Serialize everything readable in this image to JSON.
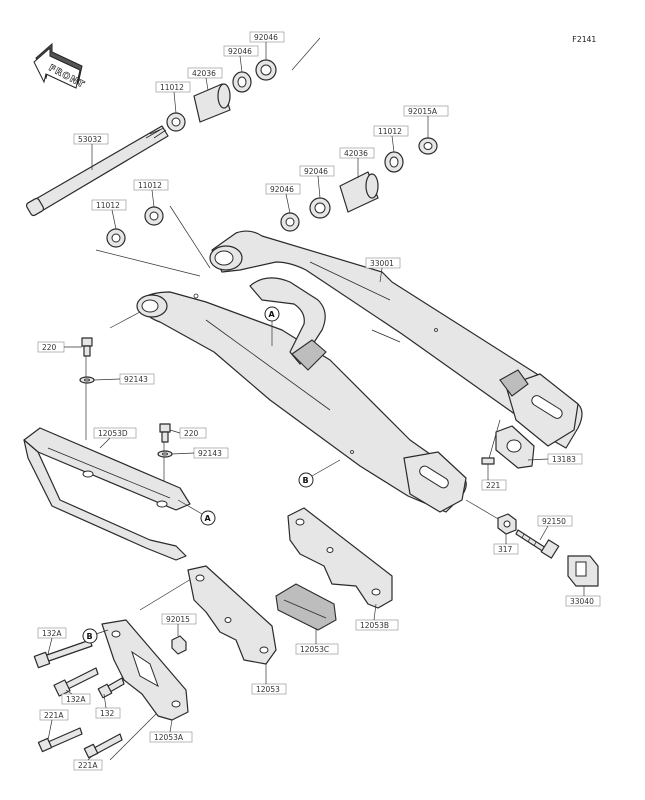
{
  "figure_code": "F2141",
  "front_arrow_text": "FRONT",
  "reference_marks": [
    "A",
    "B"
  ],
  "labels": [
    {
      "id": "l92046a",
      "text": "92046"
    },
    {
      "id": "l92046b",
      "text": "92046"
    },
    {
      "id": "l42036a",
      "text": "42036"
    },
    {
      "id": "l11012a",
      "text": "11012"
    },
    {
      "id": "l53032",
      "text": "53032"
    },
    {
      "id": "l92015a",
      "text": "92015A"
    },
    {
      "id": "l11012b",
      "text": "11012"
    },
    {
      "id": "l42036b",
      "text": "42036"
    },
    {
      "id": "l92046c",
      "text": "92046"
    },
    {
      "id": "l92046d",
      "text": "92046"
    },
    {
      "id": "l11012c",
      "text": "11012"
    },
    {
      "id": "l11012d",
      "text": "11012"
    },
    {
      "id": "l33001",
      "text": "33001"
    },
    {
      "id": "l220a",
      "text": "220"
    },
    {
      "id": "l92143a",
      "text": "92143"
    },
    {
      "id": "l12053d",
      "text": "12053D"
    },
    {
      "id": "l220b",
      "text": "220"
    },
    {
      "id": "l92143b",
      "text": "92143"
    },
    {
      "id": "l13183",
      "text": "13183"
    },
    {
      "id": "l221",
      "text": "221"
    },
    {
      "id": "l92150",
      "text": "92150"
    },
    {
      "id": "l317",
      "text": "317"
    },
    {
      "id": "l33040",
      "text": "33040"
    },
    {
      "id": "l12053b",
      "text": "12053B"
    },
    {
      "id": "l92015",
      "text": "92015"
    },
    {
      "id": "l12053c",
      "text": "12053C"
    },
    {
      "id": "l132a1",
      "text": "132A"
    },
    {
      "id": "l132a2",
      "text": "132A"
    },
    {
      "id": "l132",
      "text": "132"
    },
    {
      "id": "l12053",
      "text": "12053"
    },
    {
      "id": "l221a1",
      "text": "221A"
    },
    {
      "id": "l12053a",
      "text": "12053A"
    },
    {
      "id": "l221a2",
      "text": "221A"
    }
  ]
}
